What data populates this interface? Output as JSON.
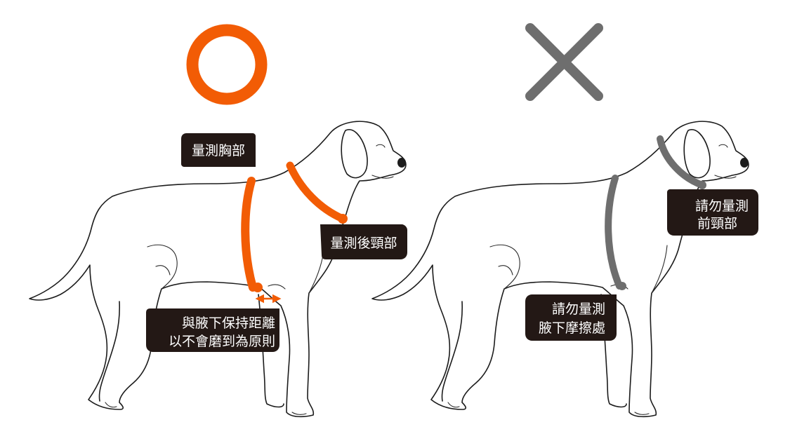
{
  "colors": {
    "correct": "#f25c05",
    "wrong": "#6e6e6e",
    "label_bg": "#231815",
    "label_text": "#ffffff",
    "outline": "#1c1c1c"
  },
  "icons": {
    "correct": "circle-o-icon",
    "wrong": "cross-x-icon"
  },
  "left": {
    "label_chest": "量測胸部",
    "label_back_neck": "量測後頸部",
    "label_armpit_line1": "與腋下保持距離",
    "label_armpit_line2": "以不會磨到為原則"
  },
  "right": {
    "label_front_neck_line1": "請勿量測",
    "label_front_neck_line2": "前頸部",
    "label_armpit_line1": "請勿量測",
    "label_armpit_line2": "腋下摩擦處"
  }
}
